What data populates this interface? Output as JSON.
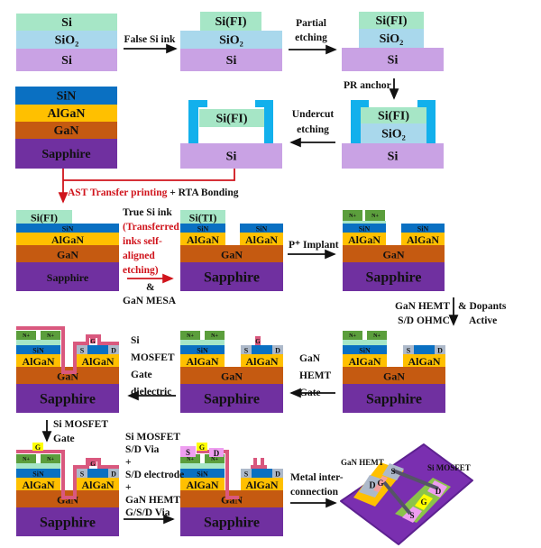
{
  "layers": {
    "si": "Si",
    "sio2": "SiO₂",
    "si_fi": "Si(FI)",
    "si_ti": "Si(TI)",
    "sin": "SiN",
    "algan": "AlGaN",
    "gan": "GaN",
    "sapphire": "Sapphire",
    "n_plus": "N+",
    "s": "S",
    "d": "D",
    "g": "G"
  },
  "steps": {
    "false_si_ink": "False Si ink",
    "partial_etching": [
      "Partial",
      "etching"
    ],
    "pr_anchor": "PR anchor",
    "undercut_etching": [
      "Undercut",
      "etching"
    ],
    "ast_transfer": "AST Transfer printing",
    "rta_bonding": " + RTA Bonding",
    "true_si_ink": "True Si ink",
    "transferred_note": [
      "(Transferred",
      "inks self-",
      "aligned",
      "etching)"
    ],
    "ampersand": "&",
    "gan_mesa": "GaN MESA",
    "p_implant": "P⁺ Implant",
    "hemt_ohmc": [
      "GaN HEMT",
      "S/D OHMC"
    ],
    "dopants_active": [
      "& Dopants",
      "Active"
    ],
    "mosfet_gate_dielectric": [
      "Si",
      "MOSFET",
      "Gate",
      "dielectric"
    ],
    "hemt_gate": [
      "GaN",
      "HEMT",
      "Gate"
    ],
    "mosfet_gate": [
      "Si MOSFET",
      "Gate"
    ],
    "via_electrode": [
      "Si MOSFET",
      "S/D Via",
      "+",
      "S/D electrode",
      "+",
      "GaN HEMT",
      "G/S/D Via"
    ],
    "metal_interconnection": [
      "Metal inter-",
      "connection"
    ]
  },
  "final_device": {
    "gan_hemt_label": "GaN HEMT",
    "si_mosfet_label": "Si MOSFET"
  },
  "colors": {
    "si_top": "#a6e6c6",
    "sio2": "#a9d8ec",
    "si_sub": "#c9a2e4",
    "sin": "#0a70c2",
    "algan": "#ffc000",
    "gan": "#c55a11",
    "sapphire": "#7030a0",
    "pr": "#12b0ec",
    "n_plus": "#5b9e3c",
    "grey": "#adb9ca",
    "dielectric": "#d9587e",
    "gate_yellow": "#ffff00",
    "sd_pink": "#ee9ef0",
    "red_arrow": "#d0141c"
  }
}
